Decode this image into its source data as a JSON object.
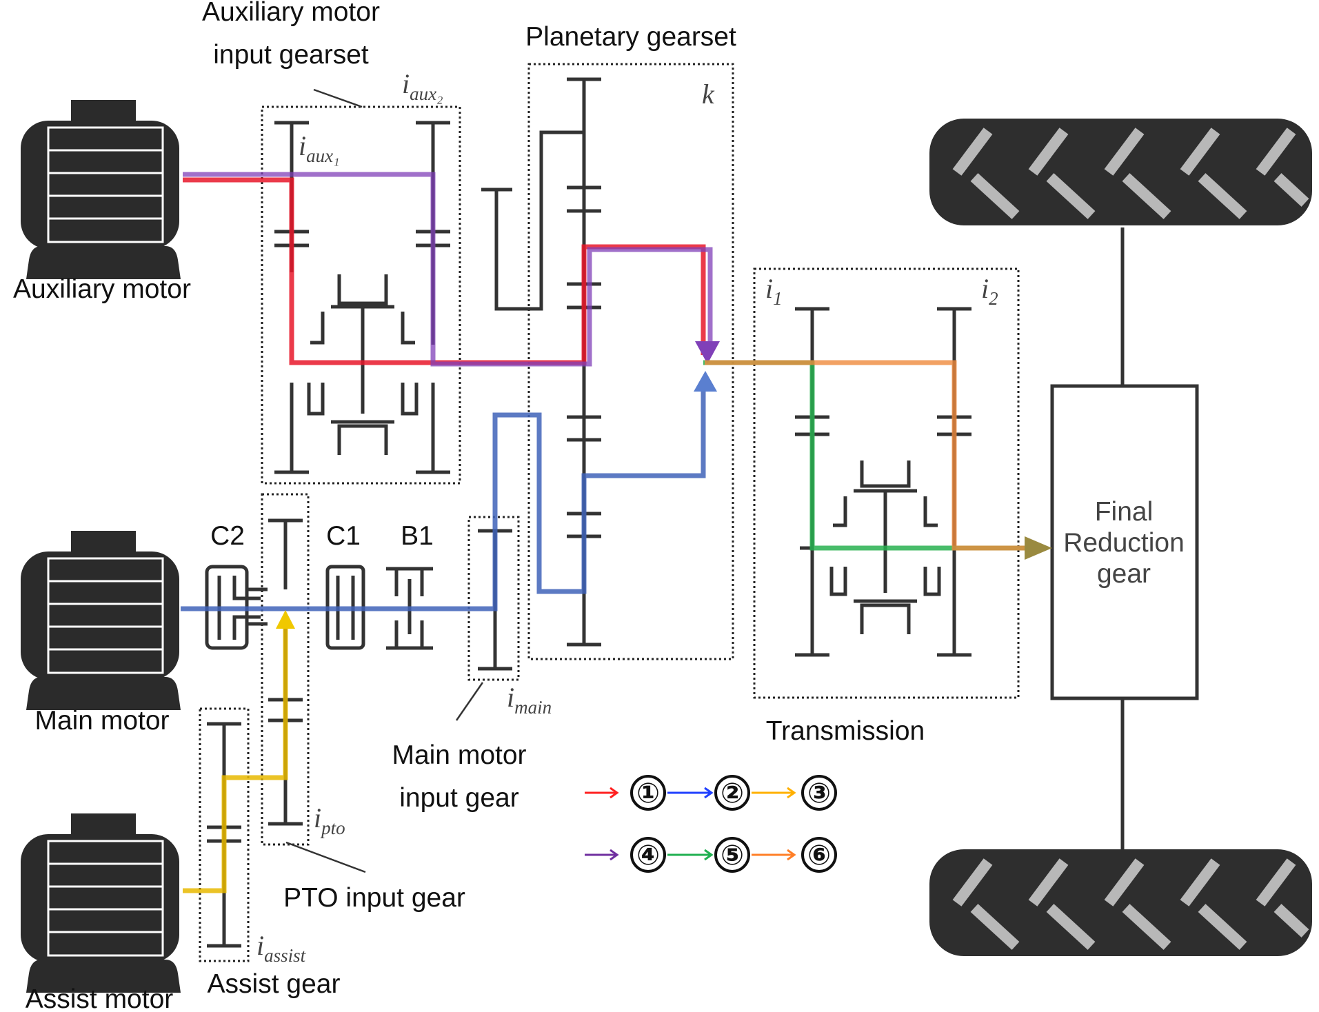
{
  "labels": {
    "aux_gearset_line1": "Auxiliary motor",
    "aux_gearset_line2": "input gearset",
    "planetary": "Planetary gearset",
    "aux_motor": "Auxiliary motor",
    "main_motor": "Main motor",
    "assist_motor": "Assist motor",
    "assist_gear": "Assist gear",
    "pto_gear": "PTO input gear",
    "main_gear_line1": "Main motor",
    "main_gear_line2": "input gear",
    "transmission": "Transmission",
    "final_line1": "Final",
    "final_line2": "Reduction",
    "final_line3": "gear",
    "c2": "C2",
    "c1": "C1",
    "b1": "B1"
  },
  "symbols": {
    "i_aux1": {
      "base": "i",
      "sub": "aux₁"
    },
    "i_aux2": {
      "base": "i",
      "sub": "aux₂"
    },
    "k": "k",
    "i1": {
      "base": "i",
      "sub": "1"
    },
    "i2": {
      "base": "i",
      "sub": "2"
    },
    "i_main": {
      "base": "i",
      "sub": "main"
    },
    "i_pto": {
      "base": "i",
      "sub": "pto"
    },
    "i_assist": {
      "base": "i",
      "sub": "assist"
    }
  },
  "legend": {
    "row1": [
      "①",
      "②",
      "③"
    ],
    "row2": [
      "④",
      "⑤",
      "⑥"
    ],
    "arrow_colors_row1": [
      "#ff2020",
      "#2040ff",
      "#ffb000"
    ],
    "arrow_colors_row2": [
      "#7030a0",
      "#20b050",
      "#ff7f27"
    ]
  },
  "colors": {
    "path1_red": "#e8182a",
    "path2_blue": "#3f63b8",
    "path3_yellow": "#e8b800",
    "path4_purple": "#8040b8",
    "path5_green": "#28b050",
    "path6_orange": "#ef8a3c",
    "motor_dark": "#2b2b2b",
    "tire_dark": "#2e2e2e",
    "tread": "#b8b8b8",
    "mechanism": "#333333"
  }
}
